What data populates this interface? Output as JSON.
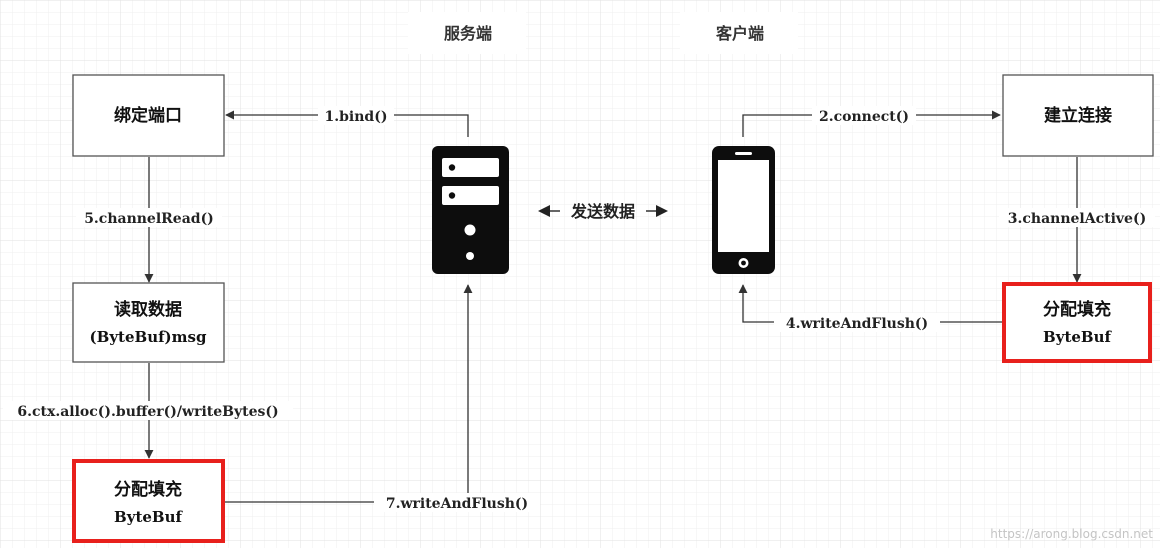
{
  "headers": {
    "server": "服务端",
    "client": "客户端"
  },
  "boxes": {
    "bind_port": "绑定端口",
    "connect": "建立连接",
    "read_data": "读取数据",
    "read_data_sub": "(ByteBuf)msg",
    "alloc_server": "分配填充",
    "alloc_server_sub": "ByteBuf",
    "alloc_client": "分配填充",
    "alloc_client_sub": "ByteBuf"
  },
  "edges": {
    "bind": "1.bind()",
    "connect": "2.connect()",
    "channel_active": "3.channelActive()",
    "write_flush_client": "4.writeAndFlush()",
    "channel_read": "5.channelRead()",
    "write_bytes": "6.ctx.alloc().buffer()/writeBytes()",
    "write_flush_server": "7.writeAndFlush()"
  },
  "middle": {
    "send_data": "发送数据"
  },
  "watermark": "https://arong.blog.csdn.net",
  "icons": {
    "server": "server-tower-icon",
    "client": "smartphone-icon"
  },
  "colors": {
    "highlight": "#e8201c",
    "line": "#333333",
    "device": "#0d0d0d",
    "grid": "#eaeaea"
  }
}
